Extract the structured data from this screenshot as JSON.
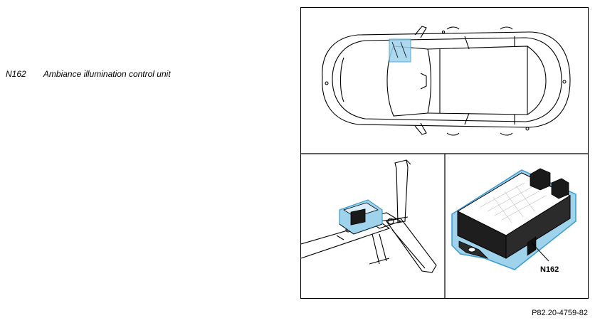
{
  "legend": [
    {
      "code": "N162",
      "description": "Ambiance illumination control unit"
    }
  ],
  "callout": "N162",
  "figure_reference": "P82.20-4759-82",
  "colors": {
    "highlight": "#9fd3ec",
    "highlight_outline": "#3b9ccf",
    "line": "#000000"
  }
}
